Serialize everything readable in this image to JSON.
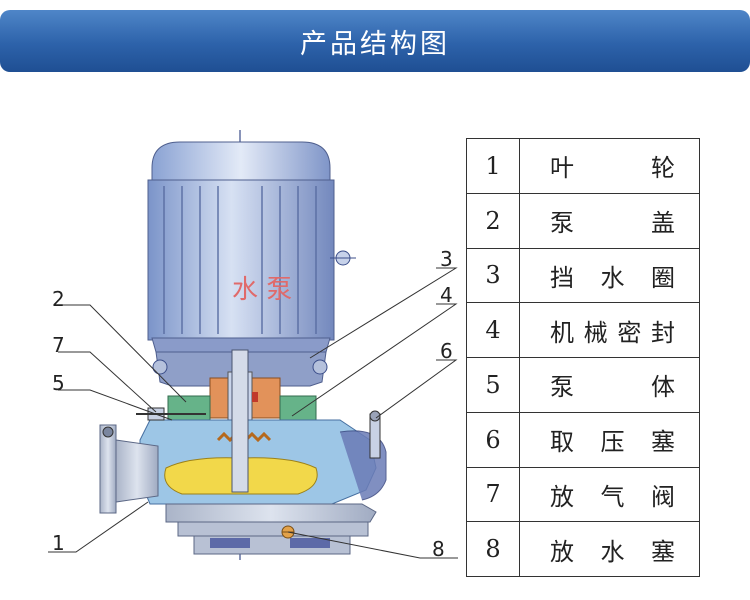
{
  "header": {
    "title": "产品结构图"
  },
  "diagram": {
    "watermark": "水 泵",
    "callouts": [
      "1",
      "2",
      "3",
      "4",
      "5",
      "6",
      "7",
      "8"
    ]
  },
  "parts": [
    {
      "num": "1",
      "name": [
        "叶",
        "轮"
      ]
    },
    {
      "num": "2",
      "name": [
        "泵",
        "盖"
      ]
    },
    {
      "num": "3",
      "name": [
        "挡",
        "水",
        "圈"
      ]
    },
    {
      "num": "4",
      "name": [
        "机",
        "械",
        "密",
        "封"
      ]
    },
    {
      "num": "5",
      "name": [
        "泵",
        "体"
      ]
    },
    {
      "num": "6",
      "name": [
        "取",
        "压",
        "塞"
      ]
    },
    {
      "num": "7",
      "name": [
        "放",
        "气",
        "阀"
      ]
    },
    {
      "num": "8",
      "name": [
        "放",
        "水",
        "塞"
      ]
    }
  ]
}
